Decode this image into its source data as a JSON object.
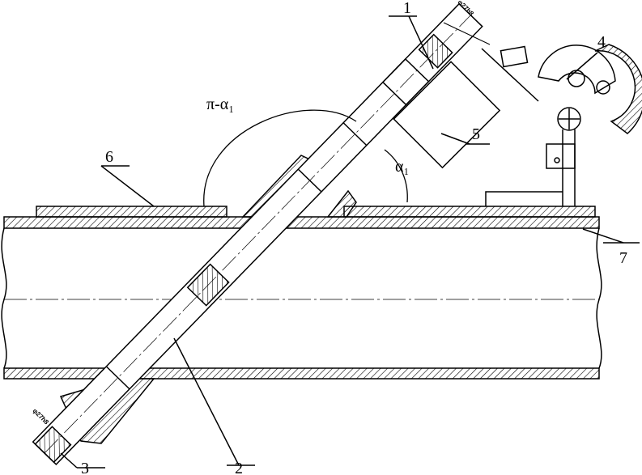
{
  "labels": {
    "part1": "1",
    "part2": "2",
    "part3": "3",
    "part4": "4",
    "part5": "5",
    "part6": "6",
    "part7": "7",
    "angle_supplement": "π-α₁",
    "angle": "α₁"
  },
  "dimensions": {
    "top": "φ27h8",
    "bottom": "φ27h8"
  },
  "colors": {
    "line": "#000000",
    "background": "#ffffff"
  }
}
